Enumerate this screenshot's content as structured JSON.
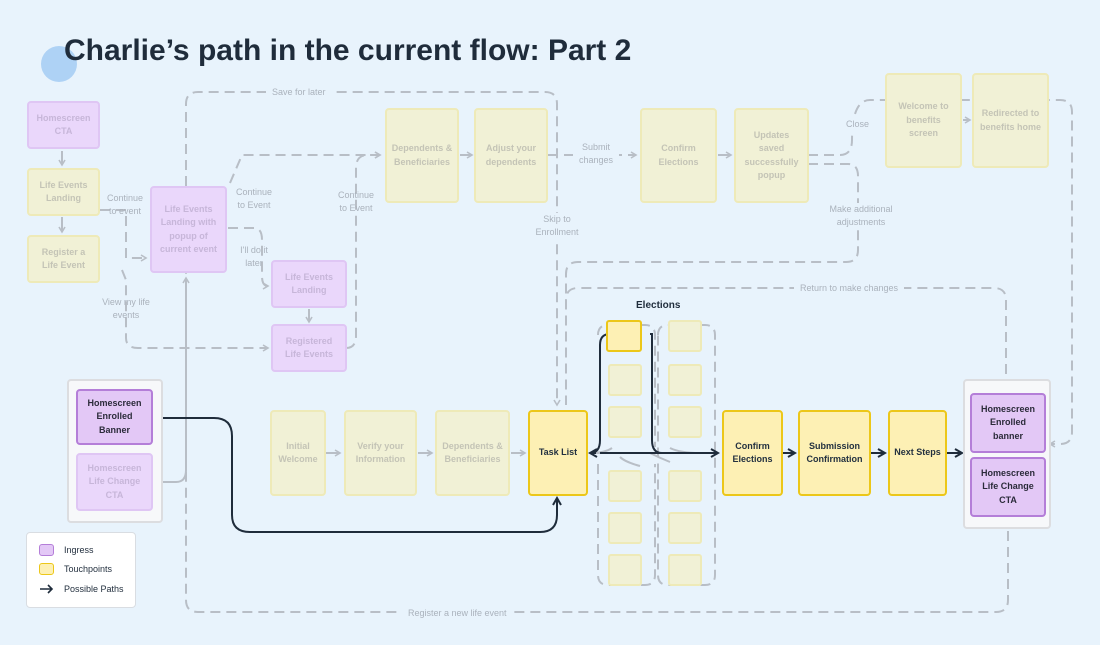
{
  "title": "Charlie’s path in the current flow: Part 2",
  "colors": {
    "background": "#e8f3fc",
    "touchpoint_fill": "#fdf0b4",
    "touchpoint_border": "#ecc719",
    "ingress_fill": "#e3c8f6",
    "ingress_border": "#b47ed8",
    "path_arrow": "#1f2c3b",
    "faded_line": "#b8bec6"
  },
  "nodes": {
    "homescreen_cta": "Homescreen CTA",
    "life_events_landing_1": "Life Events Landing",
    "register_life_event": "Register a Life Event",
    "landing_popup": "Life Events Landing with popup of current event",
    "life_events_landing_2": "Life Events Landing",
    "registered_life_events": "Registered Life Events",
    "dependents_top": "Dependents & Beneficiaries",
    "adjust_dependents": "Adjust your dependents",
    "confirm_elections_top": "Confirm Elections",
    "updates_saved": "Updates saved successfully popup",
    "welcome_benefits": "Welcome to benefits screen",
    "redirected_home": "Redirected to benefits home",
    "enrolled_banner_left": "Homescreen Enrolled Banner",
    "life_change_cta_left": "Homescreen Life Change CTA",
    "initial_welcome": "Initial Welcome",
    "verify_info": "Verify your Information",
    "dependents_bottom": "Dependents & Beneficiaries",
    "task_list": "Task List",
    "confirm_elections": "Confirm Elections",
    "submission_confirmation": "Submission Confirmation",
    "next_steps": "Next Steps",
    "enrolled_banner_right": "Homescreen Enrolled banner",
    "life_change_cta_right": "Homescreen Life Change CTA"
  },
  "labels": {
    "save_for_later": "Save for later",
    "continue_to_event_1": "Continue to event",
    "continue_to_event_2": "Continue to Event",
    "continue_to_event_3": "Continue to Event",
    "ill_do_it_later": "I'll do it later",
    "view_my_life_events": "View my life events",
    "submit_changes": "Submit changes",
    "close": "Close",
    "skip_to_enrollment": "Skip to Enrollment",
    "make_additional_adjustments": "Make additional adjustments",
    "return_to_make_changes": "Return to make changes",
    "register_new_life_event": "Register a new life event",
    "elections": "Elections"
  },
  "legend": {
    "ingress": "Ingress",
    "touchpoints": "Touchpoints",
    "possible_paths": "Possible Paths"
  }
}
